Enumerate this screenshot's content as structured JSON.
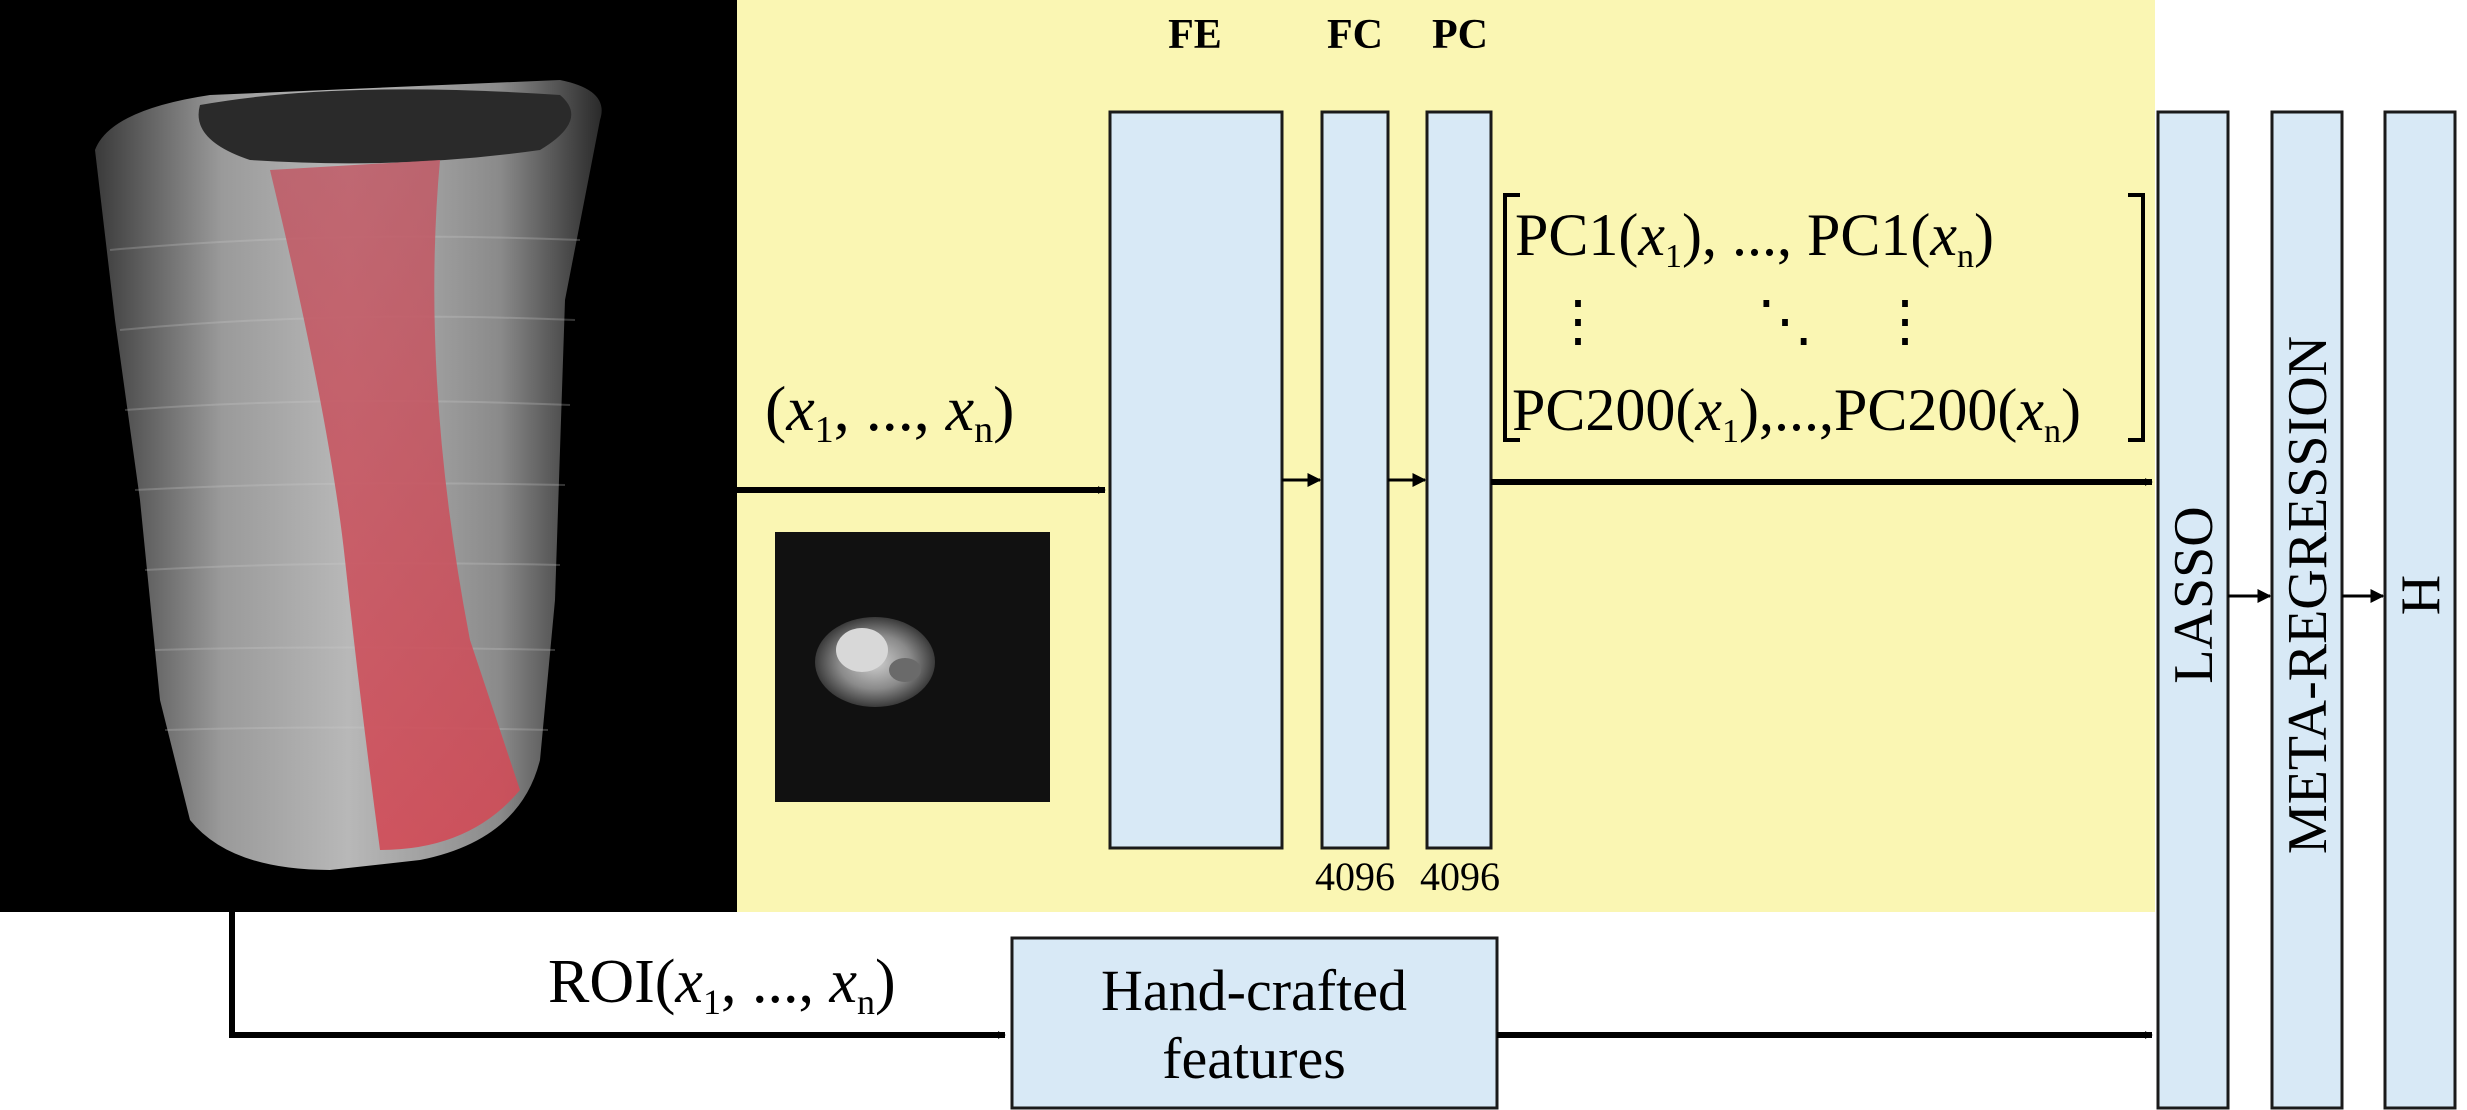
{
  "layers": {
    "fe": "FE",
    "fc": "FC",
    "pc": "PC",
    "fc_size": "4096",
    "pc_size": "4096"
  },
  "input": {
    "open": "(",
    "x1": "x",
    "sub1": "1",
    "mid": ", ..., ",
    "xn": "x",
    "subn": "n",
    "close": ")"
  },
  "matrix": {
    "row1": {
      "a": "PC1(",
      "ax": "x",
      "a1": "1",
      "b": "), ..., PC1(",
      "bx": "x",
      "bn": "n",
      "c": ")"
    },
    "dots": {
      "left": "⋮",
      "middle": "⋱",
      "right": "⋮"
    },
    "row3": {
      "a": "PC200(",
      "ax": "x",
      "a1": "1",
      "b": "),...,PC200(",
      "bx": "x",
      "bn": "n",
      "c": ")"
    }
  },
  "roi": {
    "prefix": "ROI(",
    "x1": "x",
    "sub1": "1",
    "mid": ", ..., ",
    "xn": "x",
    "subn": "n",
    "close": ")"
  },
  "handcrafted": {
    "line1": "Hand-crafted",
    "line2": "features"
  },
  "stages": {
    "lasso": "LASSO",
    "meta": "META-REGRESSION",
    "h": "H"
  },
  "colors": {
    "yellow_panel": "#FAF6B3",
    "box_fill": "#D8E9F6",
    "box_stroke": "#1a1a1a",
    "background_dark": "#000000",
    "highlight_red": "#c2404a"
  }
}
